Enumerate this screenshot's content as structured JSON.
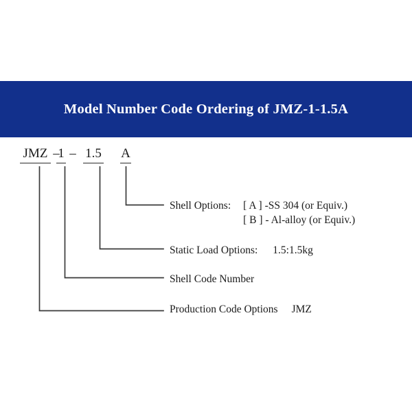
{
  "header": {
    "title": "Model Number Code Ordering of JMZ-1-1.5A",
    "background_color": "#12308c",
    "text_color": "#ffffff"
  },
  "code_line": {
    "segments": [
      {
        "key": "production",
        "text": "JMZ"
      },
      {
        "key": "shell_code",
        "text": "1"
      },
      {
        "key": "static_load",
        "text": "1.5"
      },
      {
        "key": "shell_option",
        "text": "A"
      }
    ],
    "separators": [
      "–",
      "–"
    ]
  },
  "callouts": {
    "shell_options": {
      "label": "Shell Options:",
      "option_a": "[ A ] -SS 304 (or Equiv.)",
      "option_b": "[ B ] - Al-alloy (or Equiv.)"
    },
    "static_load": {
      "label": "Static Load Options:",
      "value": "1.5:1.5kg"
    },
    "shell_code": {
      "label": "Shell Code Number"
    },
    "production": {
      "label": "Production Code Options",
      "value": "JMZ"
    }
  },
  "diagram": {
    "line_color": "#3a3a3a",
    "background_color": "#ffffff"
  }
}
